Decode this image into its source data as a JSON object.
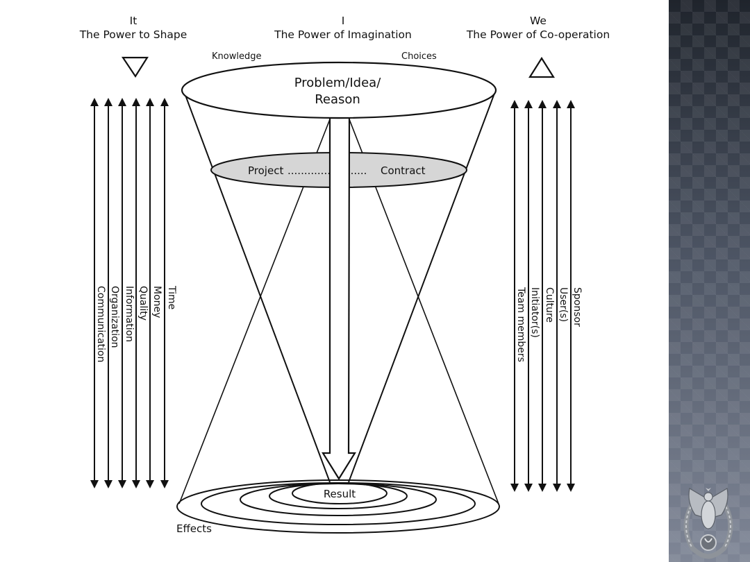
{
  "header": {
    "left": {
      "pronoun": "It",
      "subtitle": "The Power to Shape"
    },
    "center": {
      "pronoun": "I",
      "subtitle": "The Power of Imagination"
    },
    "right": {
      "pronoun": "We",
      "subtitle": "The Power of Co-operation"
    }
  },
  "funnel": {
    "knowledge_label": "Knowledge",
    "choices_label": "Choices",
    "top_label_line1": "Problem/Idea/",
    "top_label_line2": "Reason",
    "project_label": "Project",
    "contract_label": "Contract",
    "project_dots": "........................",
    "project_fill_color": "#d6d6d6",
    "result_label": "Result",
    "effects_label": "Effects"
  },
  "left_axes": {
    "labels": [
      "Time",
      "Money",
      "Quality",
      "Information",
      "Organization",
      "Communication"
    ]
  },
  "right_axes": {
    "labels": [
      "Sponsor",
      "User(s)",
      "Culture",
      "Initiator(s)",
      "Team members"
    ]
  },
  "colors": {
    "line": "#111111",
    "panel": "#4a5160"
  },
  "icons": {
    "left_marker": "triangle-down-icon",
    "right_marker": "triangle-up-icon",
    "logo": "eagle-emblem"
  }
}
